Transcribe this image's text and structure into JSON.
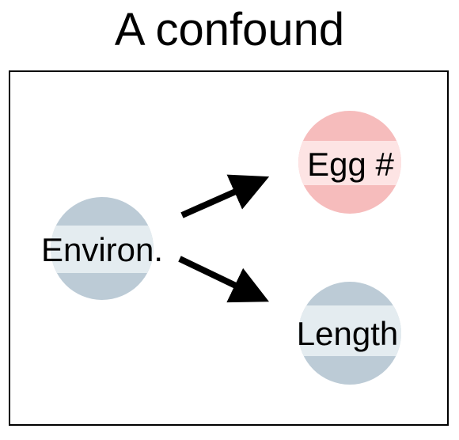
{
  "title": "A confound",
  "nodes": {
    "environ": {
      "label": "Environ.",
      "color": "#bccbd6",
      "band_color": "#e4ecf0"
    },
    "eggs": {
      "label": "Egg #",
      "color": "#f6bcbc",
      "band_color": "#fde4e4"
    },
    "length": {
      "label": "Length",
      "color": "#bccbd6",
      "band_color": "#e4ecf0"
    }
  },
  "edges": [
    {
      "from": "environ",
      "to": "eggs"
    },
    {
      "from": "environ",
      "to": "length"
    }
  ],
  "colors": {
    "arrow": "#000000",
    "frame": "#000000"
  }
}
